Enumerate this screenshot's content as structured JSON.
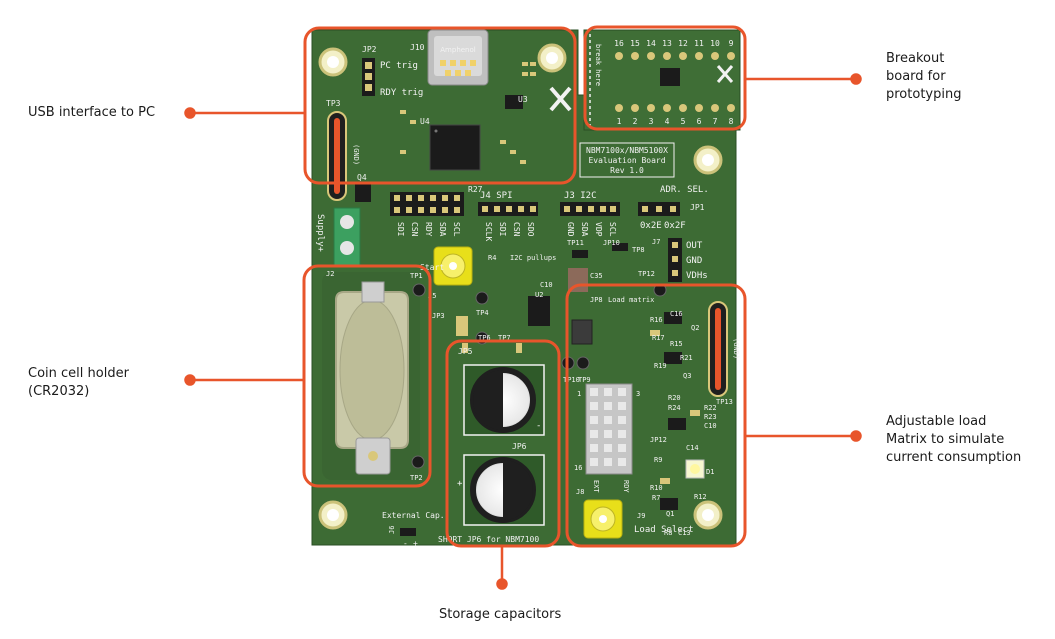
{
  "colors": {
    "accent": "#e8552b",
    "pcb": "#3d6b34",
    "pcb_dark": "#2f5a29",
    "silkscreen": "#f2f2f2",
    "pad_gold": "#d9c77a",
    "plastic": "#c9c9a8"
  },
  "callouts": {
    "usb": {
      "lines": [
        "USB interface to PC"
      ]
    },
    "breakout": {
      "lines": [
        "Breakout",
        "board for",
        "prototyping"
      ]
    },
    "coin": {
      "lines": [
        "Coin cell holder",
        "(CR2032)"
      ]
    },
    "load": {
      "lines": [
        "Adjustable load",
        "Matrix to simulate",
        "current consumption"
      ]
    },
    "storage": {
      "lines": [
        "Storage capacitors"
      ]
    }
  },
  "board": {
    "title_lines": [
      "NBM7100x/NBM5100X",
      "Evaluation Board",
      "Rev 1.0"
    ],
    "usb_brand": "Amphenol",
    "silk": {
      "jp2": "JP2",
      "pc_trig": "PC trig",
      "rdy_trig": "RDY trig",
      "j10": "J10",
      "tp3": "TP3",
      "gnd": "(GND)",
      "u3": "U3",
      "u4": "U4",
      "r27": "R27",
      "j4_spi": "J4 SPI",
      "j3_i2c": "J3 I2C",
      "sdi": "SDI",
      "csn": "CSN",
      "rdy": "RDY",
      "sda": "SDA",
      "scl": "SCL",
      "sclk": "SCLK",
      "sdo": "SDO",
      "vdp": "VDP",
      "adr_sel": "ADR. SEL.",
      "jp1": "JP1",
      "addr_2e": "0x2E",
      "addr_2f": "0x2F",
      "supply": "Supply+",
      "q4": "Q4",
      "j2": "J2",
      "tp1": "TP1",
      "tp2": "TP2",
      "start": "Start",
      "j5": "J5",
      "r4": "R4",
      "i2c_pullups": "I2C pullups",
      "tp11": "TP11",
      "jp10": "JP10",
      "tp8": "TP8",
      "j7": "J7",
      "out": "OUT",
      "vdhs": "VDHs",
      "tp12": "TP12",
      "c35": "C35",
      "c10": "C10",
      "u2": "U2",
      "jp8": "JP8",
      "load_matrix": "Load matrix",
      "jp3": "JP3",
      "tp4": "TP4",
      "tp6": "TP6",
      "tp7": "TP7",
      "jp5": "JP5",
      "jp6": "JP6",
      "short_jp6": "SHORT JP6 for NBM7100",
      "external_cap": "External Cap.",
      "j6": "J6",
      "tp10": "TP10",
      "tp9": "TP9",
      "tp13": "TP13",
      "j8": "J8",
      "j9": "J9",
      "load_select": "Load Select",
      "ext": "EXT",
      "break_here": "break here",
      "breakout_top": [
        "16",
        "15",
        "14",
        "13",
        "12",
        "11",
        "10",
        "9"
      ],
      "breakout_bottom": [
        "1",
        "2",
        "3",
        "4",
        "5",
        "6",
        "7",
        "8"
      ],
      "q2": "Q2",
      "q3": "Q3",
      "q1": "Q1",
      "d1": "D1",
      "r16": "R16",
      "c16": "C16",
      "r17": "R17",
      "r15": "R15",
      "r21": "R21",
      "r19": "R19",
      "r20": "R20",
      "r22": "R22",
      "r23": "R23",
      "r24": "R24",
      "c10b": "C10",
      "jp12": "JP12",
      "c14": "C14",
      "r9": "R9",
      "r10": "R10",
      "r7": "R7",
      "r12": "R12",
      "r8": "R8",
      "c13": "C13",
      "matrix_1": "1",
      "matrix_3": "3",
      "matrix_16": "16",
      "minus": "-",
      "plus": "+"
    }
  }
}
